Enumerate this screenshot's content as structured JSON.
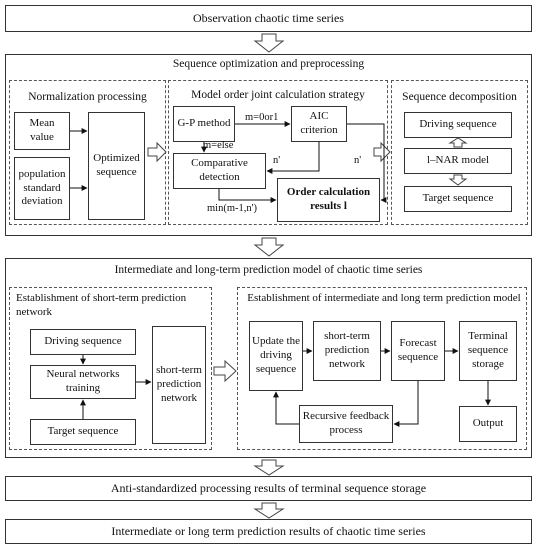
{
  "top_box": "Observation chaotic time series",
  "stage1": {
    "title": "Sequence optimization and preprocessing",
    "normalization": {
      "title": "Normalization processing",
      "mean": "Mean value",
      "std": "population standard deviation",
      "optimized": "Optimized sequence"
    },
    "model_order": {
      "title": "Model order joint calculation strategy",
      "gp": "G-P method",
      "aic": "AIC criterion",
      "comparative": "Comparative detection",
      "order": "Order calculation results l",
      "lbl_m01": "m=0or1",
      "lbl_melse": "m=else",
      "lbl_n1": "n'",
      "lbl_n2": "n'",
      "lbl_min": "min(m-1,n')"
    },
    "decomposition": {
      "title": "Sequence decomposition",
      "driving": "Driving sequence",
      "nar": "l–NAR model",
      "target": "Target sequence"
    }
  },
  "stage2": {
    "title": "Intermediate and long-term prediction model of chaotic time series",
    "short_term": {
      "title": "Establishment of short-term prediction network",
      "driving": "Driving sequence",
      "nn": "Neural networks training",
      "target": "Target sequence",
      "network": "short-term prediction network"
    },
    "long_term": {
      "title": "Establishment of intermediate and long term prediction model",
      "update": "Update the driving sequence",
      "stpn": "short-term prediction network",
      "forecast": "Forecast sequence",
      "terminal": "Terminal sequence storage",
      "recursive": "Recursive feedback process",
      "output": "Output"
    }
  },
  "box_anti": "Anti-standardized processing results of terminal sequence storage",
  "box_final": "Intermediate or long term prediction results of chaotic time series"
}
